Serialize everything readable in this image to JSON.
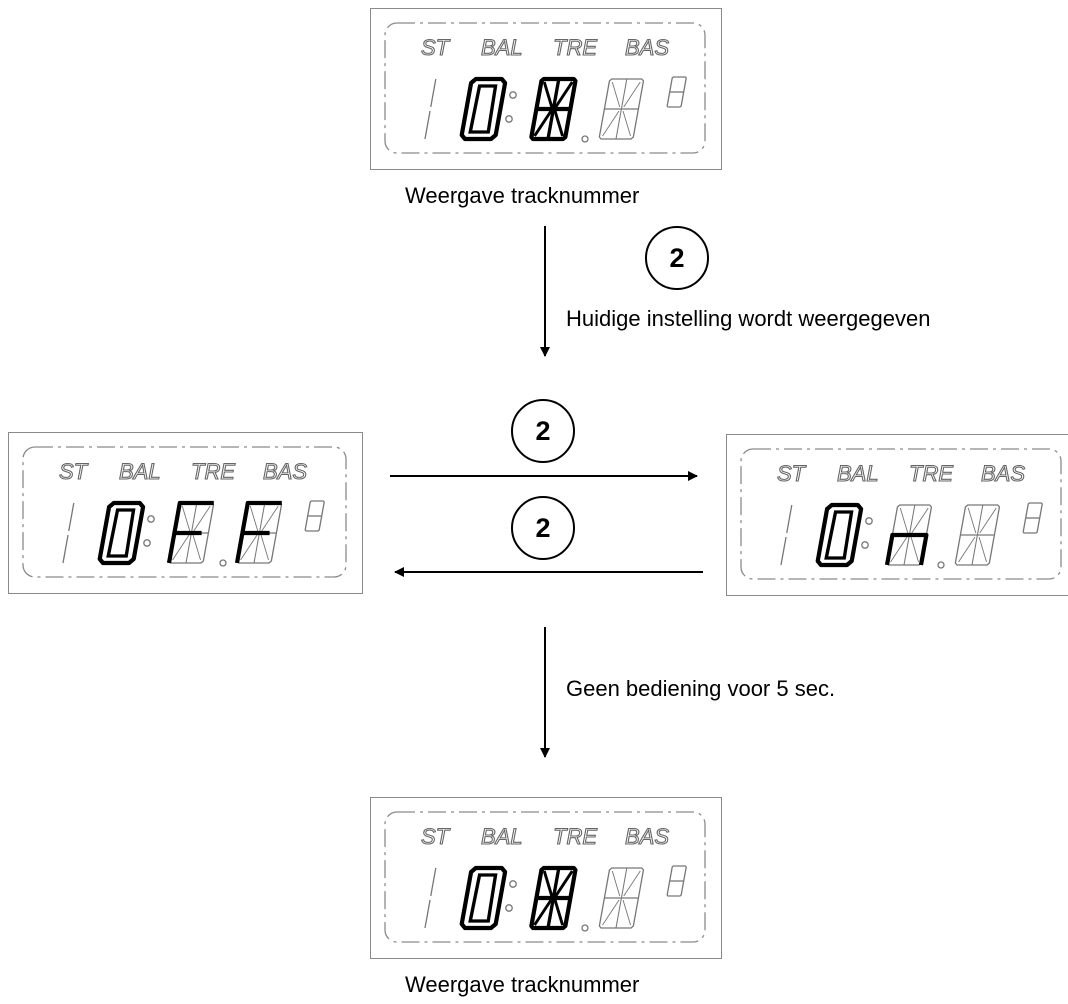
{
  "captions": {
    "top": "Weergave tracknummer",
    "bottom": "Weergave tracknummer",
    "step_current": "Huidige instelling wordt weergegeven",
    "step_timeout": "Geen bediening voor 5 sec."
  },
  "buttons": {
    "down": "2",
    "right": "2",
    "left": "2"
  },
  "display": {
    "labels": [
      "ST",
      "BAL",
      "TRE",
      "BAS"
    ]
  },
  "colors": {
    "line": "#000000",
    "panel_border": "#8a8a8a",
    "segment_dim": "#777777",
    "segment_on": "#000000"
  }
}
